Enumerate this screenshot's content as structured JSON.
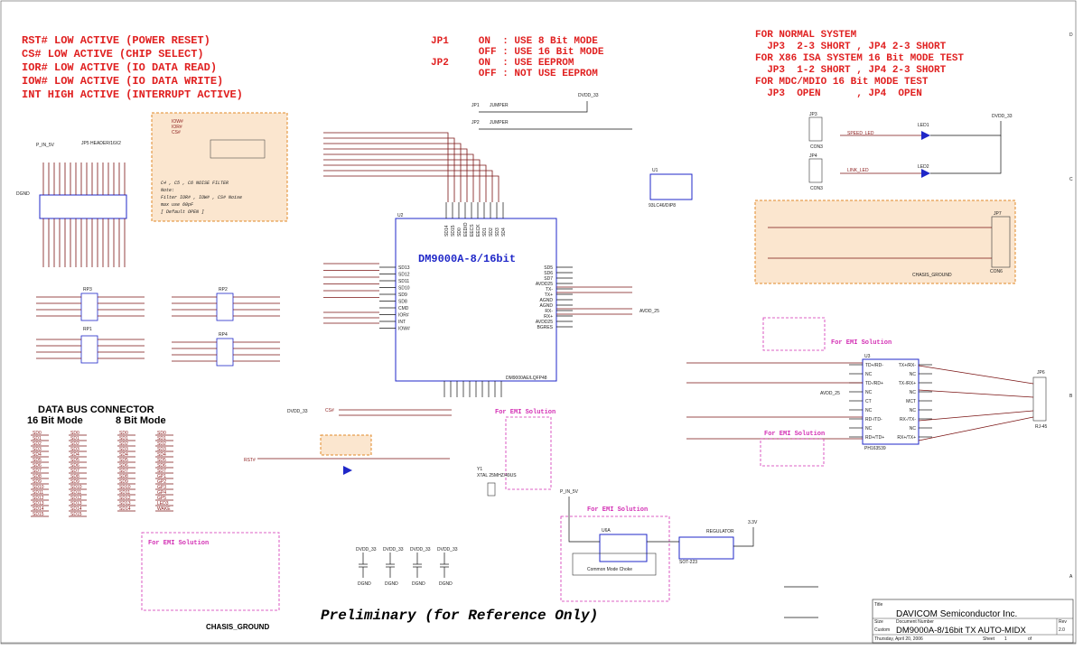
{
  "notes_left": [
    "RST#  LOW  ACTIVE (POWER RESET)",
    "CS#   LOW  ACTIVE (CHIP SELECT)",
    "IOR#  LOW  ACTIVE (IO DATA READ)",
    "IOW#  LOW  ACTIVE (IO DATA WRITE)",
    "INT   HIGH ACTIVE (INTERRUPT ACTIVE)"
  ],
  "notes_jumper": [
    "JP1     ON  : USE 8 Bit MODE",
    "        OFF : USE 16 Bit MODE",
    "JP2     ON  : USE EEPROM",
    "        OFF : NOT USE EEPROM"
  ],
  "notes_right": [
    "FOR NORMAL SYSTEM",
    "  JP3  2-3 SHORT , JP4 2-3 SHORT",
    "FOR X86 ISA SYSTEM 16 Bit MODE TEST",
    "  JP3  1-2 SHORT , JP4 2-3 SHORT",
    "FOR MDC/MDIO 16 Bit MODE TEST",
    "  JP3  OPEN      , JP4  OPEN"
  ],
  "filter_note": [
    "C4 , C5 , C6 NOISE FILTER",
    "Note:",
    "Filter IOR# , IOW# , CS# Noise",
    "max use 60pF",
    "[ Default OPEN ]"
  ],
  "chip": {
    "name": "DM9000A-8/16bit",
    "ref": "U2",
    "part": "DM9000AE/LQFP48"
  },
  "emi_label": "For EMI Solution",
  "bus_title": "DATA BUS CONNECTOR",
  "bus_mode16": "16 Bit Mode",
  "bus_mode8": "8 Bit Mode",
  "bus16": [
    "SD0",
    "SD1",
    "SD2",
    "SD3",
    "SD4",
    "SD5",
    "SD6",
    "SD7",
    "SD8",
    "SD9",
    "SD10",
    "SD11",
    "SD12",
    "SD13",
    "SD14",
    "SD15"
  ],
  "bus8": [
    "SD0",
    "SD1",
    "SD2",
    "SD3",
    "SD4",
    "SD5",
    "SD6",
    "SD7",
    "GP1",
    "GP2",
    "GP3",
    "GP4",
    "GP5",
    "LED3",
    "WAKE"
  ],
  "preliminary": "Preliminary (for Reference Only)",
  "chassis_ground": "CHASIS_GROUND",
  "title_block": {
    "company": "DAVICOM Semiconductor Inc.",
    "doc": "DM9000A-8/16bit TX AUTO-MIDX",
    "size_label": "Size",
    "size": "Custom",
    "docnum_label": "Document Number",
    "rev_label": "Rev",
    "rev": "2.0",
    "date": "Thursday, April 20, 2006",
    "sheet_label": "Sheet",
    "sheet": "1",
    "of": "of",
    "title_label": "Title"
  },
  "labels": {
    "jp5": "JP5 HEADER/16X2",
    "p_in_5v": "P_IN_5V",
    "dgnd": "DGND",
    "agnd": "AGND",
    "dvdd33": "DVDD_33",
    "avdd25": "AVDD_25",
    "u1": "U1",
    "u1part": "93LC46/DIP8",
    "u3": "U3",
    "u3part": "PH163539",
    "jp6": "JP6",
    "rj45": "RJ-45",
    "jp7": "JP7",
    "con6": "CON6",
    "led1": "LED1",
    "led2": "LED2",
    "speed_led": "SPEED_LED",
    "link_led": "LINK_LED",
    "regulator": "REGULATOR",
    "u6a": "U6A",
    "cm_choke": "Common Mode Choke",
    "sot223": "SOT-223",
    "v33": "3.3V",
    "x1": "Y1",
    "xtal": "XTAL 25MHZ/49US",
    "rst": "RST#",
    "int": "INT",
    "ior": "IOR#",
    "iow": "IOW#",
    "cs": "CS#",
    "jp1": "JP1",
    "jp2": "JP2",
    "jumper": "JUMPER",
    "jp3": "JP3",
    "jp4": "JP4",
    "con3": "CON3",
    "rp1": "RP1",
    "rp2": "RP2",
    "rp3": "RP3",
    "rp4": "RP4"
  },
  "chip_left_pins": [
    "SD13",
    "SD12",
    "SD11",
    "SD10",
    "SD9",
    "SD8",
    "CMD",
    "IOR#",
    "INT",
    "IOW#"
  ],
  "chip_right_pins": [
    "SD5",
    "SD6",
    "SD7",
    "AVDD25",
    "TX-",
    "TX+",
    "AGND",
    "AGND",
    "RX-",
    "RX+",
    "AVDD25",
    "BGRES"
  ],
  "chip_top_pins": [
    "SD14",
    "SD15",
    "SD0",
    "EEDIO",
    "EECS",
    "EECK",
    "SD1",
    "SD2",
    "SD3",
    "SD4"
  ],
  "transformer_left": [
    "TD+/RD-",
    "NC",
    "TD-/RD+",
    "NC",
    "CT",
    "NC",
    "RD-/TD-",
    "NC",
    "RD+/TD+"
  ],
  "transformer_right": [
    "TX+/RX-",
    "NC",
    "TX-/RX+",
    "NC",
    "MCT",
    "NC",
    "RX-/TX-",
    "NC",
    "RX+/TX+"
  ]
}
